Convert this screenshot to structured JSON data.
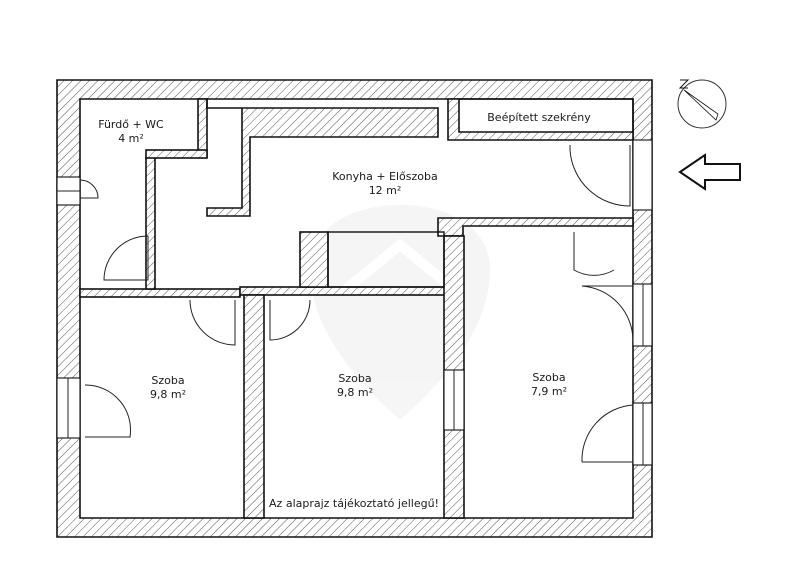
{
  "rooms": {
    "bathroom": {
      "name": "Fürdő + WC",
      "area": "4 m²"
    },
    "kitchen": {
      "name": "Konyha +  Előszoba",
      "area": "12 m²"
    },
    "wardrobe": {
      "name": "Beépített szekrény"
    },
    "room_left": {
      "name": "Szoba",
      "area": "9,8 m²"
    },
    "room_middle": {
      "name": "Szoba",
      "area": "9,8 m²"
    },
    "room_right": {
      "name": "Szoba",
      "area": "7,9 m²"
    }
  },
  "notice": "Az alaprajz tájékoztató jellegű!",
  "icons": {
    "compass": "north-arrow-icon",
    "entrance": "entrance-arrow-icon",
    "watermark": "shield-watermark-icon"
  },
  "colors": {
    "line": "#111111",
    "hatch": "#555555",
    "watermark": "#ededed"
  }
}
